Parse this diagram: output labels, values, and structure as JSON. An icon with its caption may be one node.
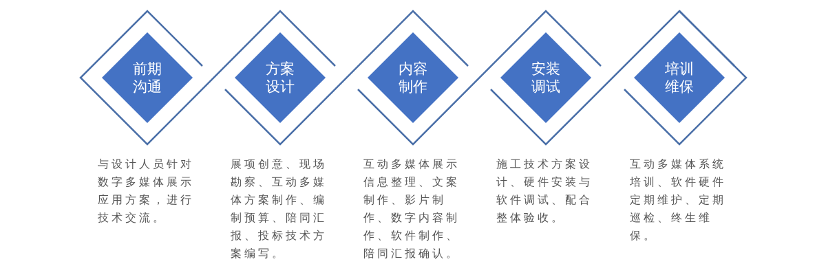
{
  "diagram": {
    "nodes": [
      {
        "text": [
          "前期沟通"
        ],
        "beside": [
          "与设计人员针对数字多媒体展示应用方案，进行技术交流。"
        ]
      },
      {
        "text": [
          "方案设计"
        ],
        "beside": [
          "展项创意、现场勘察、互动多媒体方案制作、编制预算、陪同汇报、投标技术方案编写。"
        ]
      },
      {
        "text": [
          "内容制作"
        ],
        "beside": [
          "互动多媒体展示信息整理、文案制作、影片制作、数字内容制作、软件制作、陪同汇报确认。"
        ]
      },
      {
        "text": [
          "安装调试"
        ],
        "beside": [
          "施工技术方案设计、硬件安装与软件调试、配合整体验收。"
        ]
      },
      {
        "text": [
          "培训维保"
        ],
        "beside": [
          "互动多媒体系统培训、软件硬件定期维护、定期巡检、终生维保。"
        ]
      }
    ]
  }
}
